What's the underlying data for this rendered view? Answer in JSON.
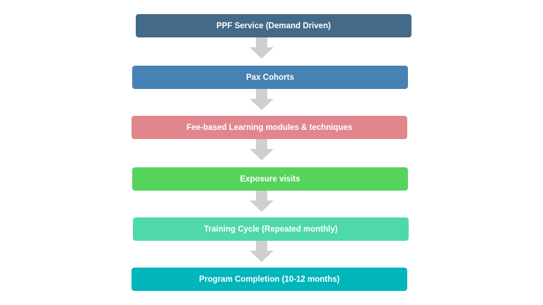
{
  "steps": [
    {
      "label": "PPF Service (Demand Driven)",
      "color": "#436a88"
    },
    {
      "label": "Pax Cohorts",
      "color": "#4682b3"
    },
    {
      "label": "Fee-based Learning modules & techniques",
      "color": "#e2868d"
    },
    {
      "label": "Exposure visits",
      "color": "#55d35b"
    },
    {
      "label": "Training Cycle (Repeated monthly)",
      "color": "#4fd8ac"
    },
    {
      "label": "Program Completion (10-12 months)",
      "color": "#00b6bb"
    }
  ],
  "arrow_color": "#cfcfcf"
}
